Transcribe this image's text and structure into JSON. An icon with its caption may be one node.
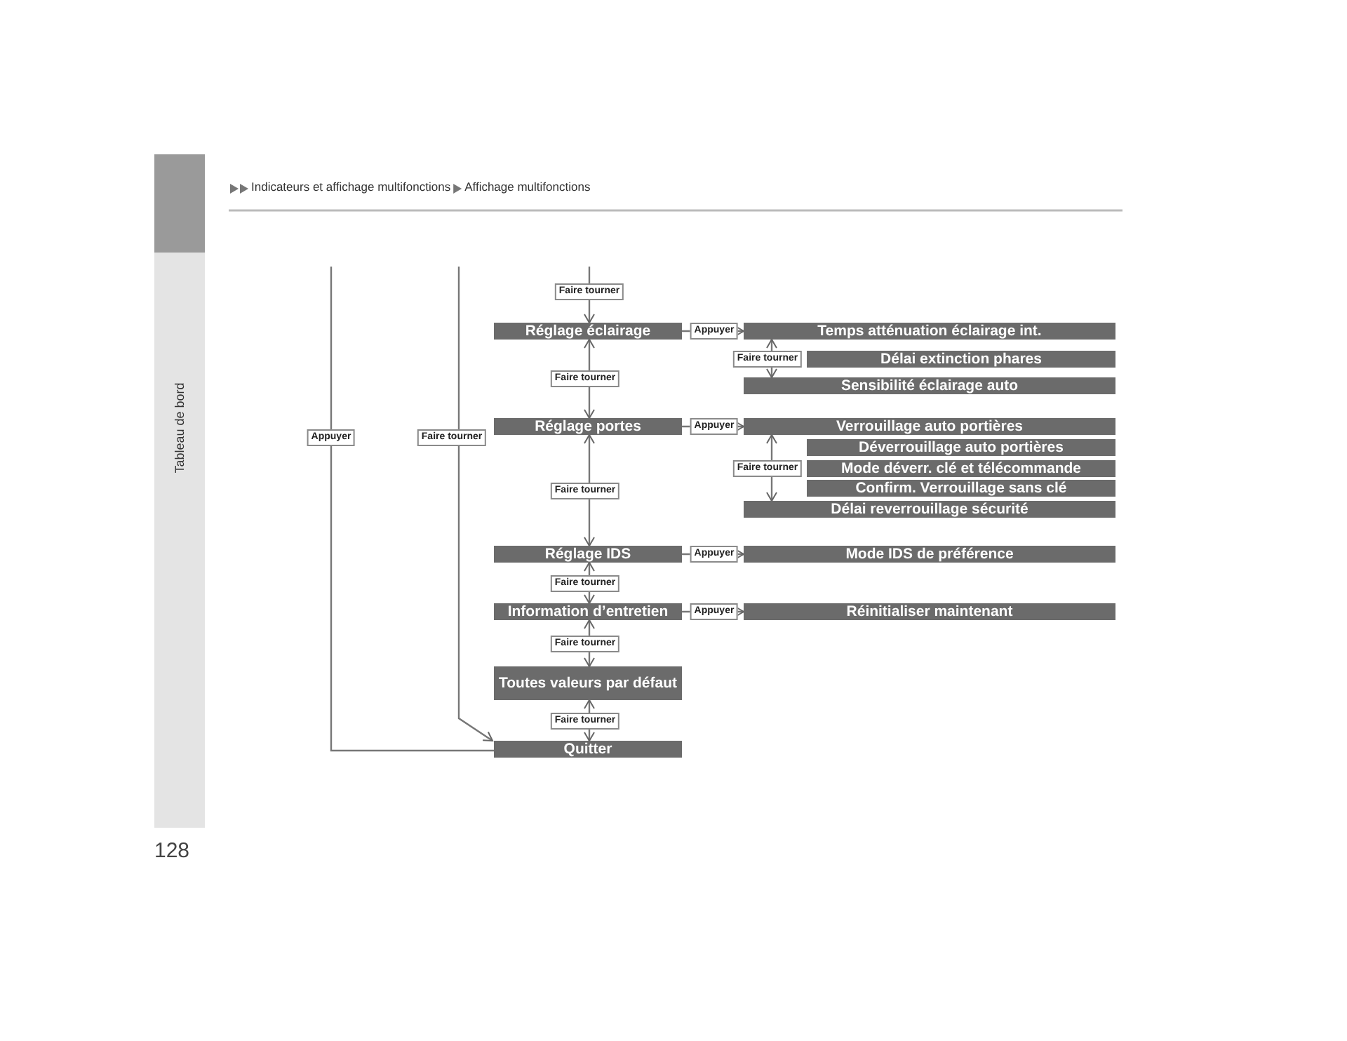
{
  "diagram": {
    "nodes": [
      {
        "text": [
          "Réglage éclairage"
        ]
      },
      {
        "text": [
          "Réglage portes"
        ]
      },
      {
        "text": [
          "Réglage IDS"
        ]
      },
      {
        "text": [
          "Information d’entretien"
        ]
      },
      {
        "text": [
          "Toutes valeurs par défaut"
        ]
      },
      {
        "text": [
          "Quitter"
        ]
      },
      {
        "text": [
          "Temps atténuation éclairage int."
        ]
      },
      {
        "text": [
          "Délai extinction phares"
        ]
      },
      {
        "text": [
          "Sensibilité éclairage auto"
        ]
      },
      {
        "text": [
          "Verrouillage auto portières"
        ]
      },
      {
        "text": [
          "Déverrouillage auto portières"
        ]
      },
      {
        "text": [
          "Mode déverr. clé et télécommande"
        ]
      },
      {
        "text": [
          "Confirm. Verrouillage sans clé"
        ]
      },
      {
        "text": [
          "Délai reverrouillage sécurité"
        ]
      },
      {
        "text": [
          "Mode IDS de préférence"
        ]
      },
      {
        "text": [
          "Réinitialiser maintenant"
        ]
      }
    ],
    "edges": [
      {
        "from": null,
        "to": 0,
        "arrow": "to",
        "label": "Faire tourner"
      },
      {
        "from": 0,
        "to": 1,
        "arrow": "both",
        "label": "Faire tourner"
      },
      {
        "from": 1,
        "to": 2,
        "arrow": "both",
        "label": "Faire tourner"
      },
      {
        "from": 2,
        "to": 3,
        "arrow": "both",
        "label": "Faire tourner"
      },
      {
        "from": 3,
        "to": 4,
        "arrow": "both",
        "label": "Faire tourner"
      },
      {
        "from": 4,
        "to": 5,
        "arrow": "both",
        "label": "Faire tourner"
      },
      {
        "from": 0,
        "to": 6,
        "arrow": "to",
        "label": "Appuyer"
      },
      {
        "from": 6,
        "to": 8,
        "arrow": "both",
        "label": "Faire tourner"
      },
      {
        "from": 1,
        "to": 9,
        "arrow": "to",
        "label": "Appuyer"
      },
      {
        "from": 9,
        "to": 13,
        "arrow": "both",
        "label": "Faire tourner"
      },
      {
        "from": 2,
        "to": 14,
        "arrow": "to",
        "label": "Appuyer"
      },
      {
        "from": 3,
        "to": 15,
        "arrow": "to",
        "label": "Appuyer"
      },
      {
        "from": null,
        "to": 5,
        "arrow": "to",
        "label": "Faire tourner"
      },
      {
        "from": null,
        "to": 5,
        "arrow": "none",
        "label": "Appuyer"
      }
    ],
    "labels": [
      "Indicateurs et affichage multifonctions",
      "Affichage multifonctions",
      "Tableau de bord",
      "128"
    ]
  }
}
